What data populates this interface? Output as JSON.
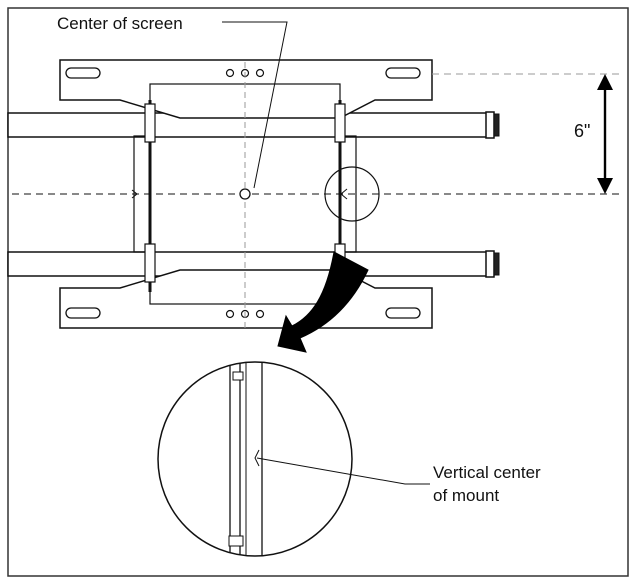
{
  "labels": {
    "center_of_screen": "Center of screen",
    "measurement": "6\"",
    "vertical_center_line1": "Vertical center",
    "vertical_center_line2": "of mount"
  },
  "colors": {
    "line": "#111111",
    "dashed": "#9a9a9a",
    "frame": "#333333",
    "arrow": "#000000"
  }
}
